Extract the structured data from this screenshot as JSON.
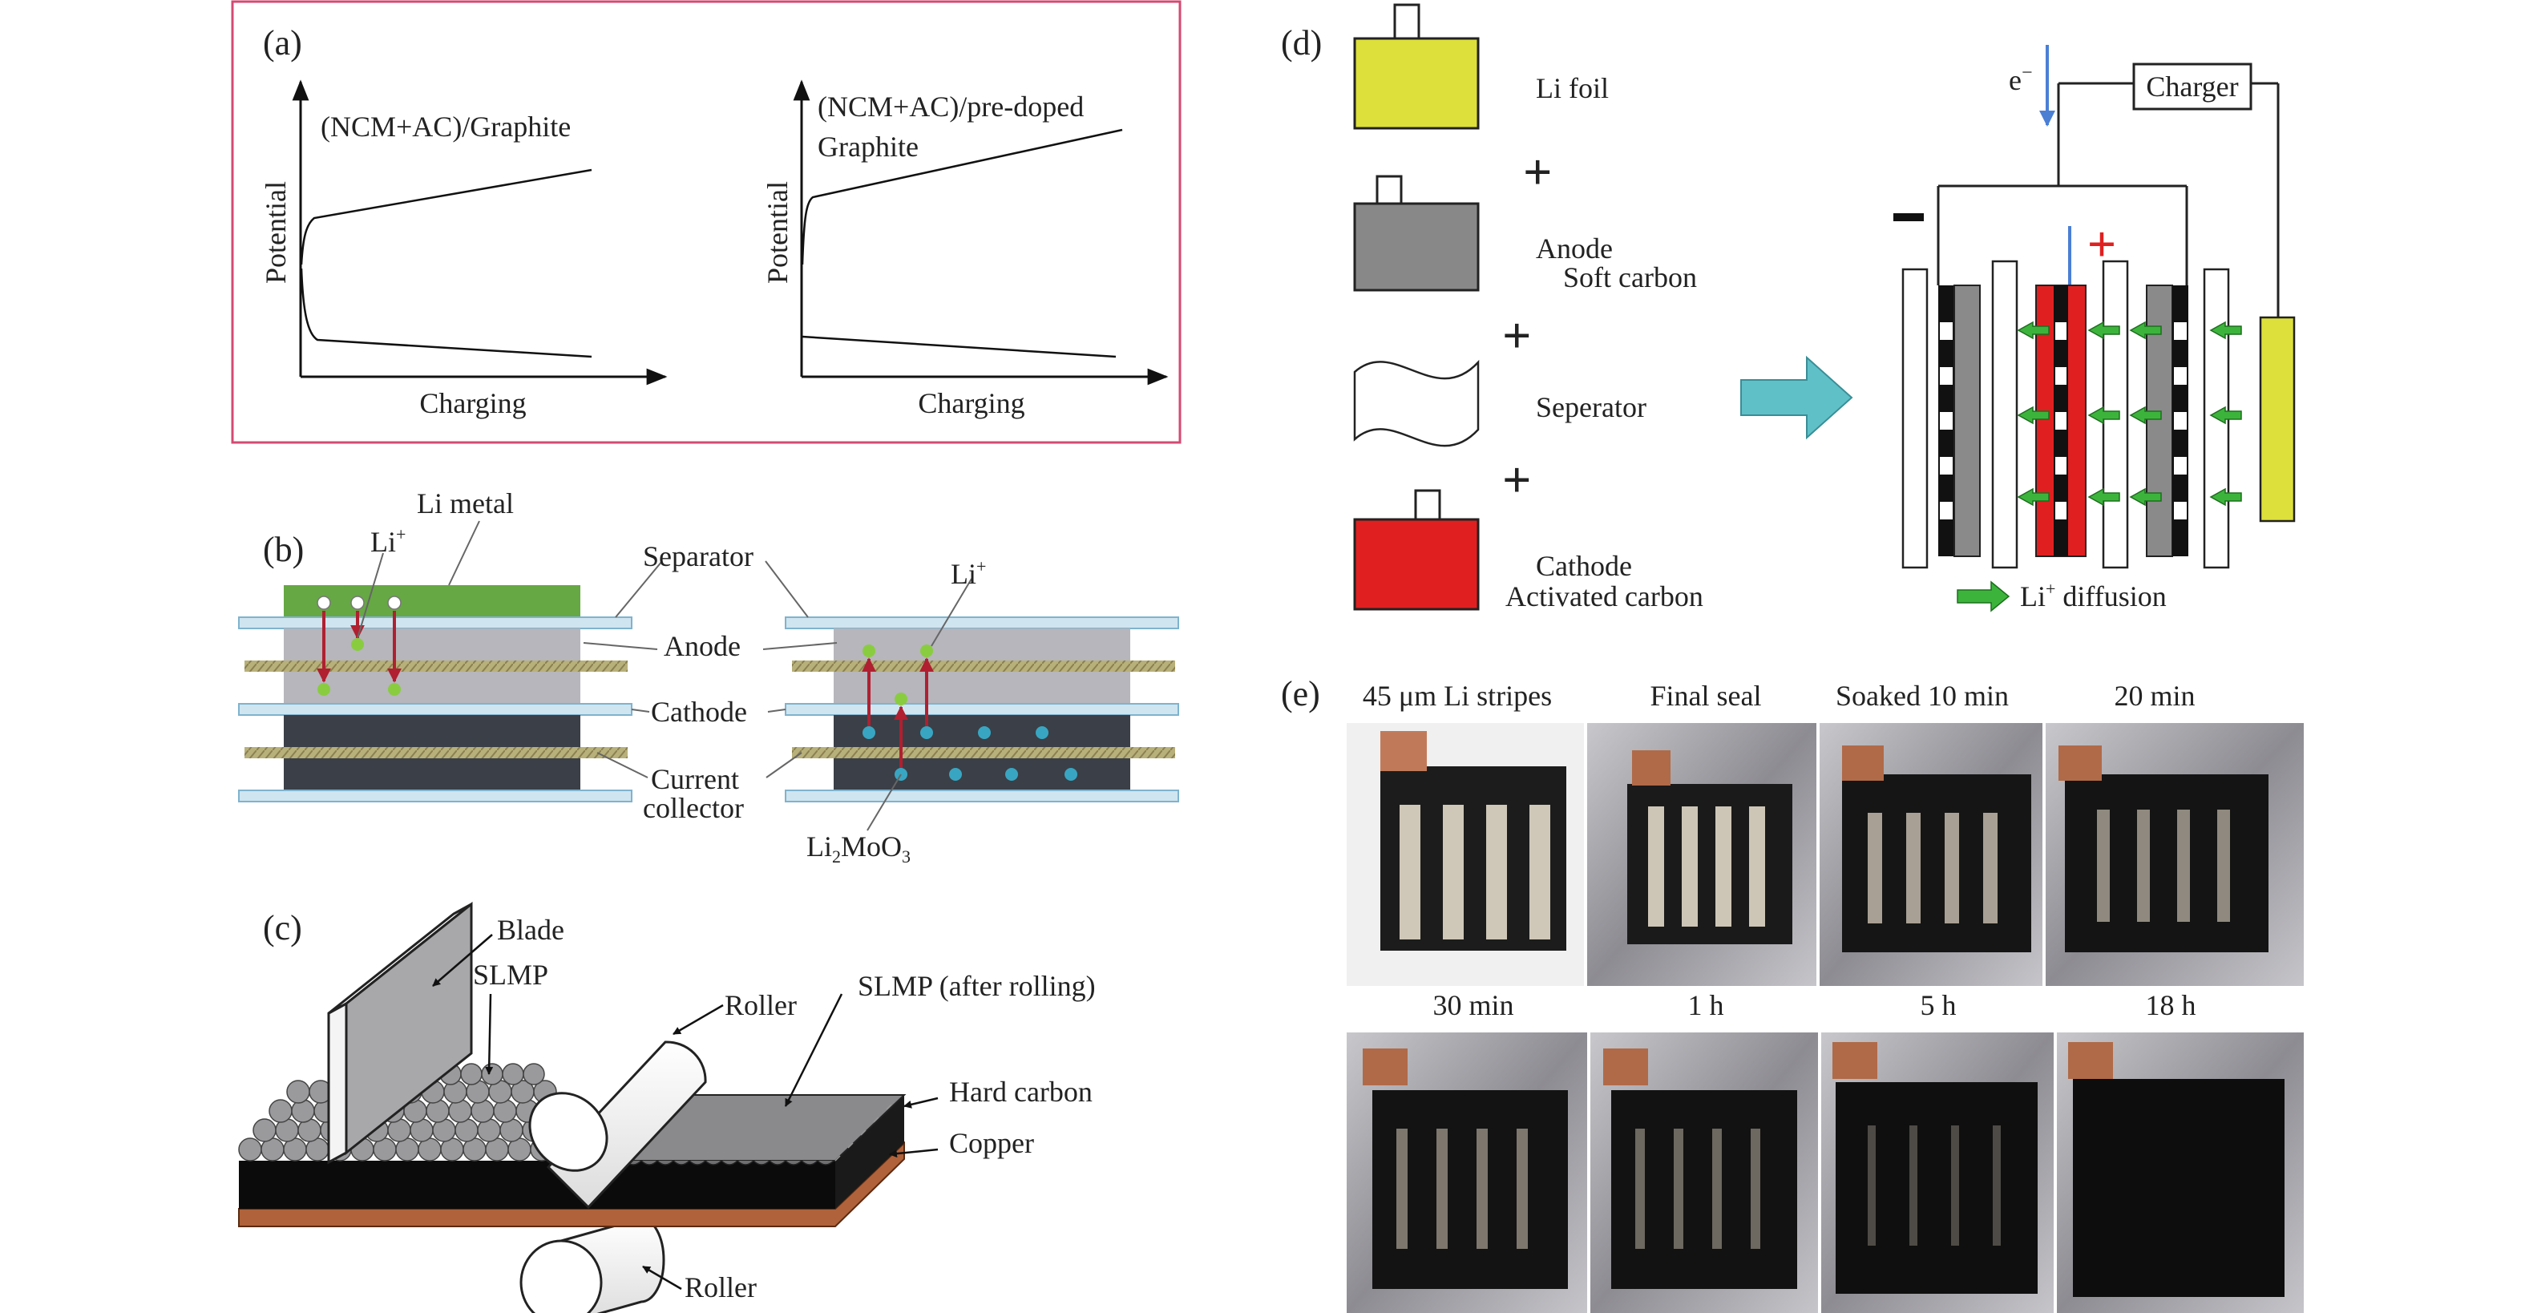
{
  "panel_a": {
    "label": "(a)",
    "left_plot": {
      "title": "(NCM+AC)/Graphite",
      "ylabel": "Potential",
      "xlabel": "Charging"
    },
    "right_plot": {
      "title_line1": "(NCM+AC)/pre-doped",
      "title_line2": "Graphite",
      "ylabel": "Potential",
      "xlabel": "Charging"
    }
  },
  "panel_b": {
    "label": "(b)",
    "li_metal": "Li metal",
    "li_ion_left": "Li",
    "li_ion_right": "Li",
    "li_ion_sup": "+",
    "separator": "Separator",
    "anode": "Anode",
    "cathode": "Cathode",
    "current_collector_line1": "Current",
    "current_collector_line2": "collector",
    "li2moo3_a": "Li",
    "li2moo3_sub1": "2",
    "li2moo3_b": "MoO",
    "li2moo3_sub2": "3"
  },
  "panel_c": {
    "label": "(c)",
    "blade": "Blade",
    "slmp": "SLMP",
    "roller_top": "Roller",
    "slmp_after": "SLMP (after rolling)",
    "hard_carbon": "Hard carbon",
    "copper": "Copper",
    "roller_bottom": "Roller"
  },
  "panel_d": {
    "label": "(d)",
    "li_foil": "Li foil",
    "anode_line1": "Anode",
    "anode_line2": "Soft carbon",
    "separator": "Seperator",
    "cathode_line1": "Cathode",
    "cathode_line2": "Activated carbon",
    "electron": "e",
    "electron_sup": "−",
    "charger": "Charger",
    "minus": "−",
    "plus": "+",
    "diffusion_a": "Li",
    "diffusion_sup": "+",
    "diffusion_b": " diffusion",
    "colors": {
      "li_foil": "#dde03a",
      "anode": "#888888",
      "cathode": "#e02020",
      "arrow": "#5fc0c8",
      "diffusion": "#3cb43c"
    }
  },
  "panel_e": {
    "label": "(e)",
    "top_labels": [
      "45 μm Li stripes",
      "Final seal",
      "Soaked 10 min",
      "20 min"
    ],
    "bottom_labels": [
      "30 min",
      "1 h",
      "5 h",
      "18 h"
    ]
  }
}
